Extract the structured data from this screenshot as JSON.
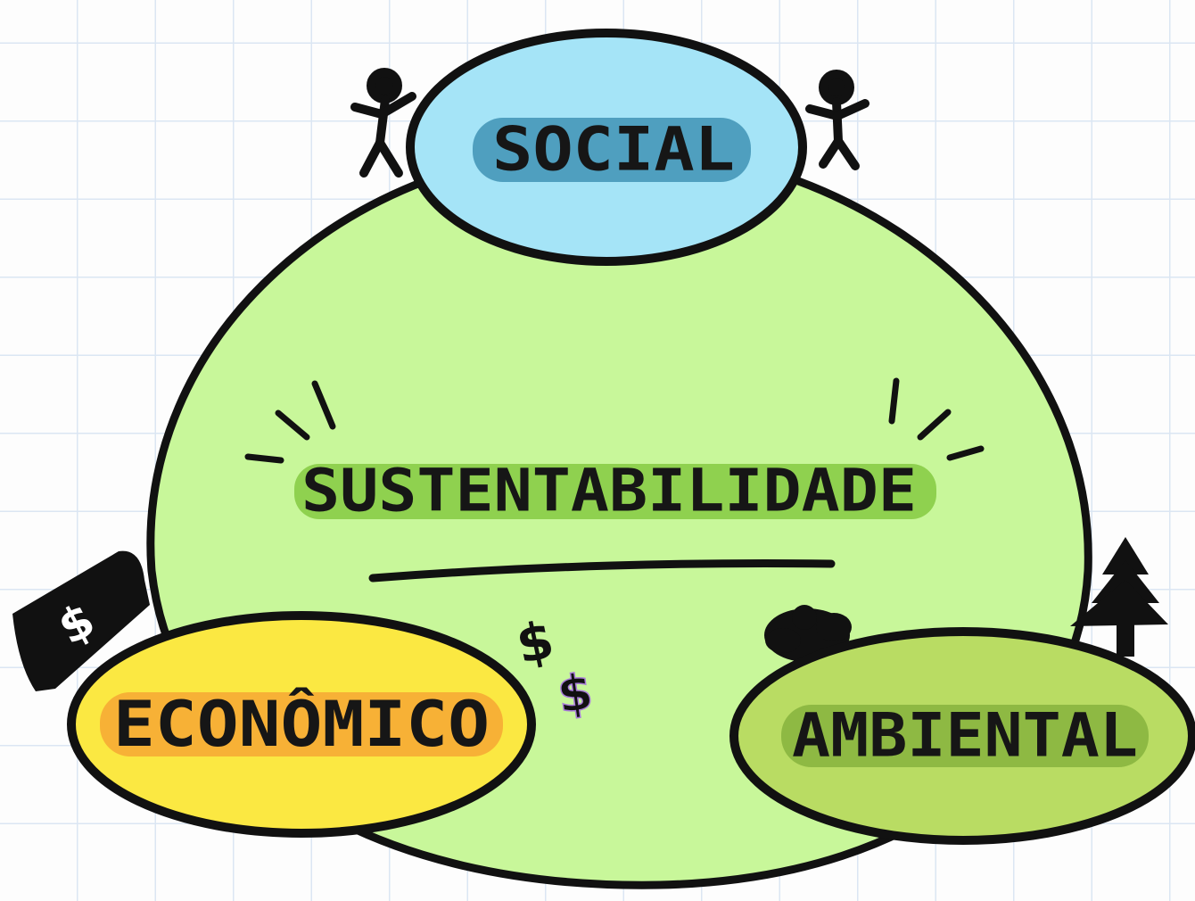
{
  "diagram": {
    "center_label": "SUSTENTABILIDADE",
    "pillars": {
      "social": "SOCIAL",
      "economic": "ECONÔMICO",
      "environmental": "AMBIENTAL"
    },
    "decorations": {
      "currency_symbol": "$",
      "small_currency_1": "$",
      "small_currency_2": "$"
    },
    "colors": {
      "big_circle": "#c8f79a",
      "social_fill": "#a5e4f7",
      "social_highlight": "#4f9fbf",
      "economic_fill": "#fbe842",
      "economic_highlight": "#f7b136",
      "environmental_fill": "#b9dc63",
      "environmental_highlight": "#8eb943",
      "center_highlight": "#8fd14f",
      "outline": "#111111"
    }
  }
}
